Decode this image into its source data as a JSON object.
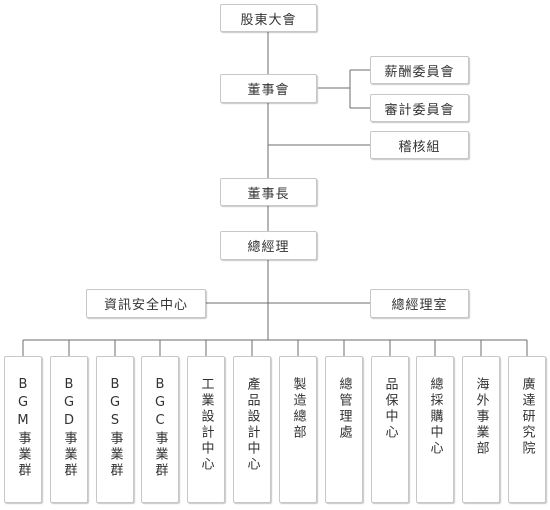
{
  "top_nodes": {
    "shareholders": "股東大會",
    "board": "董事會",
    "compensation_committee": "薪酬委員會",
    "audit_committee": "審計委員會",
    "audit_team": "稽核組",
    "chairman": "董事長",
    "general_manager": "總經理",
    "info_security_center": "資訊安全中心",
    "gm_office": "總經理室"
  },
  "departments": [
    "BGM事業群",
    "BGD事業群",
    "BGS事業群",
    "BGC事業群",
    "工業設計中心",
    "產品設計中心",
    "製造總部",
    "總管理處",
    "品保中心",
    "總採購中心",
    "海外事業部",
    "廣達研究院"
  ],
  "colors": {
    "line": "#6e6e6e",
    "border": "#c7c7c7",
    "text": "#333333"
  }
}
